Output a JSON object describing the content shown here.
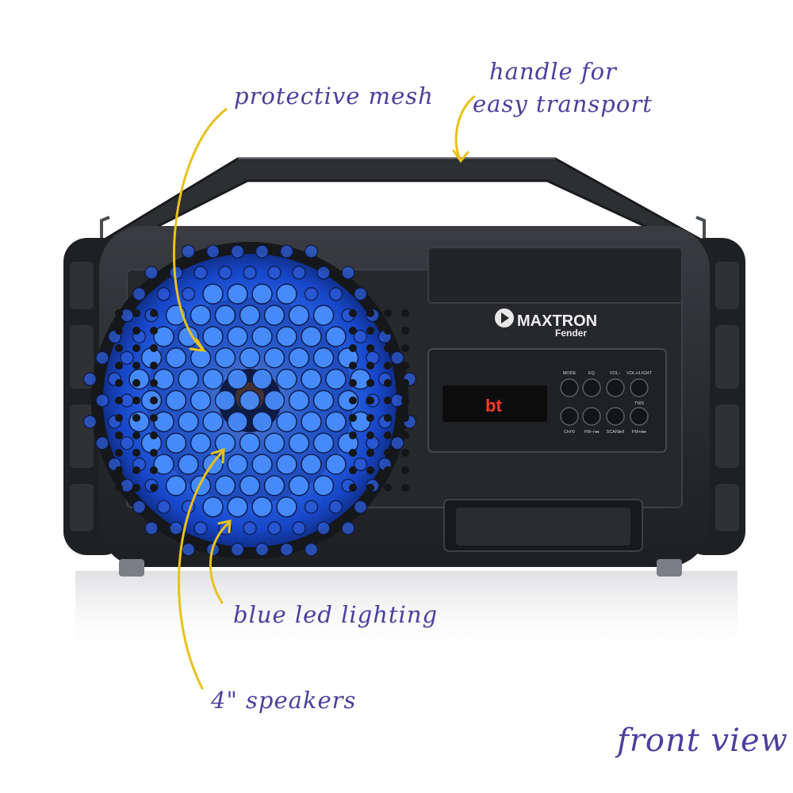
{
  "annotations": {
    "protective_mesh": "protective mesh",
    "handle_line1": "handle for",
    "handle_line2": "easy transport",
    "blue_led": "blue led lighting",
    "speakers": "4\" speakers",
    "view": "front view"
  },
  "device": {
    "brand": "MAXTRON",
    "model": "Fender",
    "display_text": "bt",
    "buttons_top": [
      "MODE",
      "EQ",
      "VOL−",
      "VOL+/LIGHT"
    ],
    "buttons_bottom_labels": [
      "CH/⟲",
      "FM−/◂◂",
      "SCAN/▸II",
      "FM+/▸▸"
    ],
    "tws_label": "TWS"
  },
  "colors": {
    "annotation_text": "#4b3f9e",
    "arrow": "#e8c21a",
    "led_blue": "#2f6cff",
    "body": "#2b2d31",
    "display_red": "#ff3a2a"
  }
}
